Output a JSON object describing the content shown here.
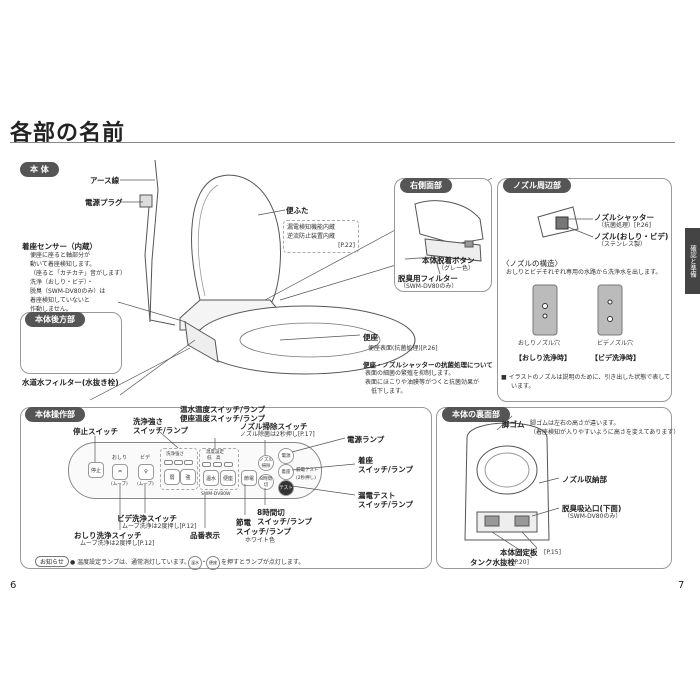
{
  "title": "各部の名前",
  "side_tab": "確認と準備",
  "page_left": "6",
  "page_right": "7",
  "body_section": {
    "tab": "本 体",
    "earth_wire": "アース線",
    "power_plug": "電源プラグ",
    "lid": "便ふた",
    "lid_note": [
      "漏電検知機能内蔵",
      "逆流防止装置内蔵",
      "[P.22]"
    ],
    "sensor_title": "着座センサー（内蔵）",
    "sensor_desc": [
      "便座に座ると軸部分が",
      "動いて着座検知します。",
      "（座ると「カチカチ」音がします）",
      "洗浄（おしり・ビデ）・",
      "脱臭（SWM-DV80のみ）は",
      "着座検知していないと",
      "作動しません。"
    ],
    "back_tab": "本体後方部",
    "water_filter": "水道水フィルター(水抜き栓)",
    "seat": "便座",
    "seat_note": "便座表面(抗菌処理)[P.26]",
    "seat_nozzle_title": "便座・ノズルシャッターの抗菌処理について",
    "seat_nozzle_1": "表面の細菌の繁殖を抑制します。",
    "seat_nozzle_2a": "表面にほこりや油膜等がつくと抗菌効果が",
    "seat_nozzle_2b": "低下します。"
  },
  "right_side": {
    "tab": "右側面部",
    "detach_button": "本体脱着ボタン",
    "detach_button_note": "（グレー色）",
    "deodorizer_filter": "脱臭用フィルター",
    "deodorizer_filter_note": "（SWM-DV80のみ）"
  },
  "nozzle": {
    "tab": "ノズル周辺部",
    "shutter": "ノズルシャッター",
    "shutter_note": "（抗菌処理）[P.26]",
    "nozzle_label": "ノズル(おしり・ビデ)",
    "nozzle_note": "（ステンレス製）",
    "structure_title": "〈ノズルの構造〉",
    "structure_desc": "おしりとビデそれぞれ専用の水路から洗浄水を出します。",
    "oshiri_hole": "おしりノズル穴",
    "bidet_hole": "ビデノズル穴",
    "oshiri_wash": "【おしり洗浄時】",
    "bidet_wash": "【ビデ洗浄時】",
    "footnote_a": "■ イラストのノズルは説明のために、引き出した状態で表して",
    "footnote_b": "います。"
  },
  "panel": {
    "tab": "本体操作部",
    "stop_switch": "停止スイッチ",
    "wash_strength": "洗浄強さ",
    "wash_strength2": "スイッチ/ランプ",
    "water_temp": "温水温度スイッチ/ランプ",
    "seat_temp": "便座温度スイッチ/ランプ",
    "nozzle_clean": "ノズル掃除スイッチ",
    "nozzle_clean_note": "ノズル除菌は2秒押し[P.17]",
    "power_lamp": "電源ランプ",
    "seating": "着座",
    "seating2": "スイッチ/ランプ",
    "leak_test": "漏電テスト",
    "leak_test2": "スイッチ/ランプ",
    "timer8": "8時間切",
    "timer8_2": "スイッチ/ランプ",
    "power_save": "節電",
    "power_save2": "スイッチ/ランプ",
    "white": "ホワイト色",
    "model_display": "品番表示",
    "bidet_switch": "ビデ洗浄スイッチ",
    "bidet_note": "ムーブ洗浄は2度押し[P.12]",
    "oshiri_switch": "おしり洗浄スイッチ",
    "oshiri_note": "ムーブ洗浄は2度押し[P.12]",
    "btn_stop": "停止",
    "btn_oshiri": "おしり",
    "btn_oshiri_sub": "(ムーブ)",
    "btn_bidet": "ビデ",
    "btn_bidet_sub": "(ムーブ)",
    "group_strength": "洗浄強さ",
    "group_temp": "温度設定",
    "group_temp_sub": "低　高",
    "btn_weak": "弱",
    "btn_strong": "強",
    "btn_water": "温水",
    "btn_seat": "便座",
    "btn_save": "節電",
    "model_text": "SWM-DV80W",
    "r_nozzle": "ノズル掃除",
    "r_power": "電源",
    "r_seat": "着座",
    "r_timer": "8時間切",
    "r_test": "漏電テスト",
    "r_test_sub": "(2秒押し)",
    "r_reset": "テスト"
  },
  "notice": {
    "badge": "お知らせ",
    "text_a": "● 温度設定ランプは、通常消灯しています。",
    "key1": "温水",
    "key2": "便座",
    "text_b": "を押すとランプが点灯します。"
  },
  "under": {
    "tab": "本体の裏面部",
    "rubber": "脚ゴム",
    "rubber_note_a": "脚ゴムは左右の高さが違います。",
    "rubber_note_b": "（着座検知が入りやすいように高さを変えてあります）",
    "nozzle_storage": "ノズル収納部",
    "intake": "脱臭吸込口(下面)",
    "intake_note": "（SWM-DV80のみ）",
    "fixing_plate": "本体固定板",
    "fixing_plate_ref": "[P.15]",
    "drain": "タンク水抜栓",
    "drain_ref": "[P.20]"
  }
}
